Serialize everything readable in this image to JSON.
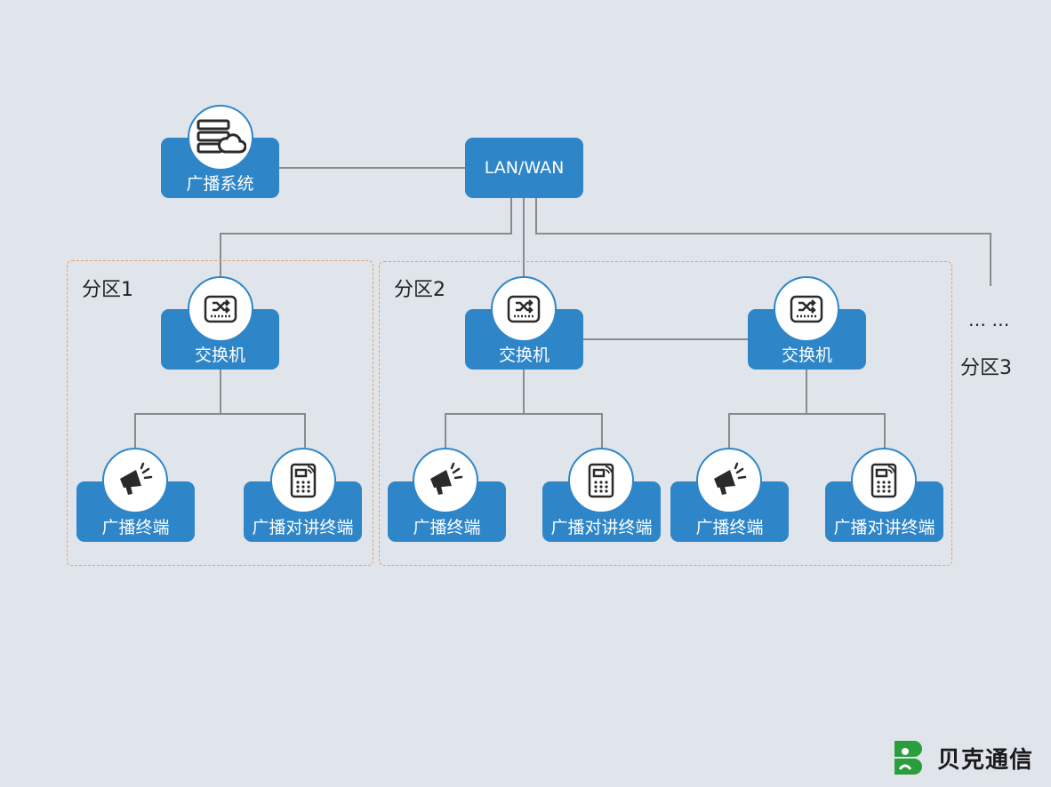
{
  "wan": {
    "label": "LAN/WAN"
  },
  "broadcast_system": {
    "label": "广播系统"
  },
  "zones": [
    {
      "label": "分区1",
      "switches": [
        {
          "label": "交换机",
          "terminals": [
            "广播终端",
            "广播对讲终端"
          ]
        }
      ]
    },
    {
      "label": "分区2",
      "switches": [
        {
          "label": "交换机",
          "terminals": [
            "广播终端",
            "广播对讲终端"
          ]
        },
        {
          "label": "交换机",
          "terminals": [
            "广播终端",
            "广播对讲终端"
          ]
        }
      ]
    }
  ],
  "more": {
    "ellipsis": "… …",
    "label": "分区3"
  },
  "brand": {
    "name": "贝克通信",
    "color": "#2a9d3c"
  },
  "colors": {
    "node": "#2e86c8",
    "background": "#e0e5ec",
    "line": "#8a8a8a",
    "zone_border": "#e8a060"
  }
}
